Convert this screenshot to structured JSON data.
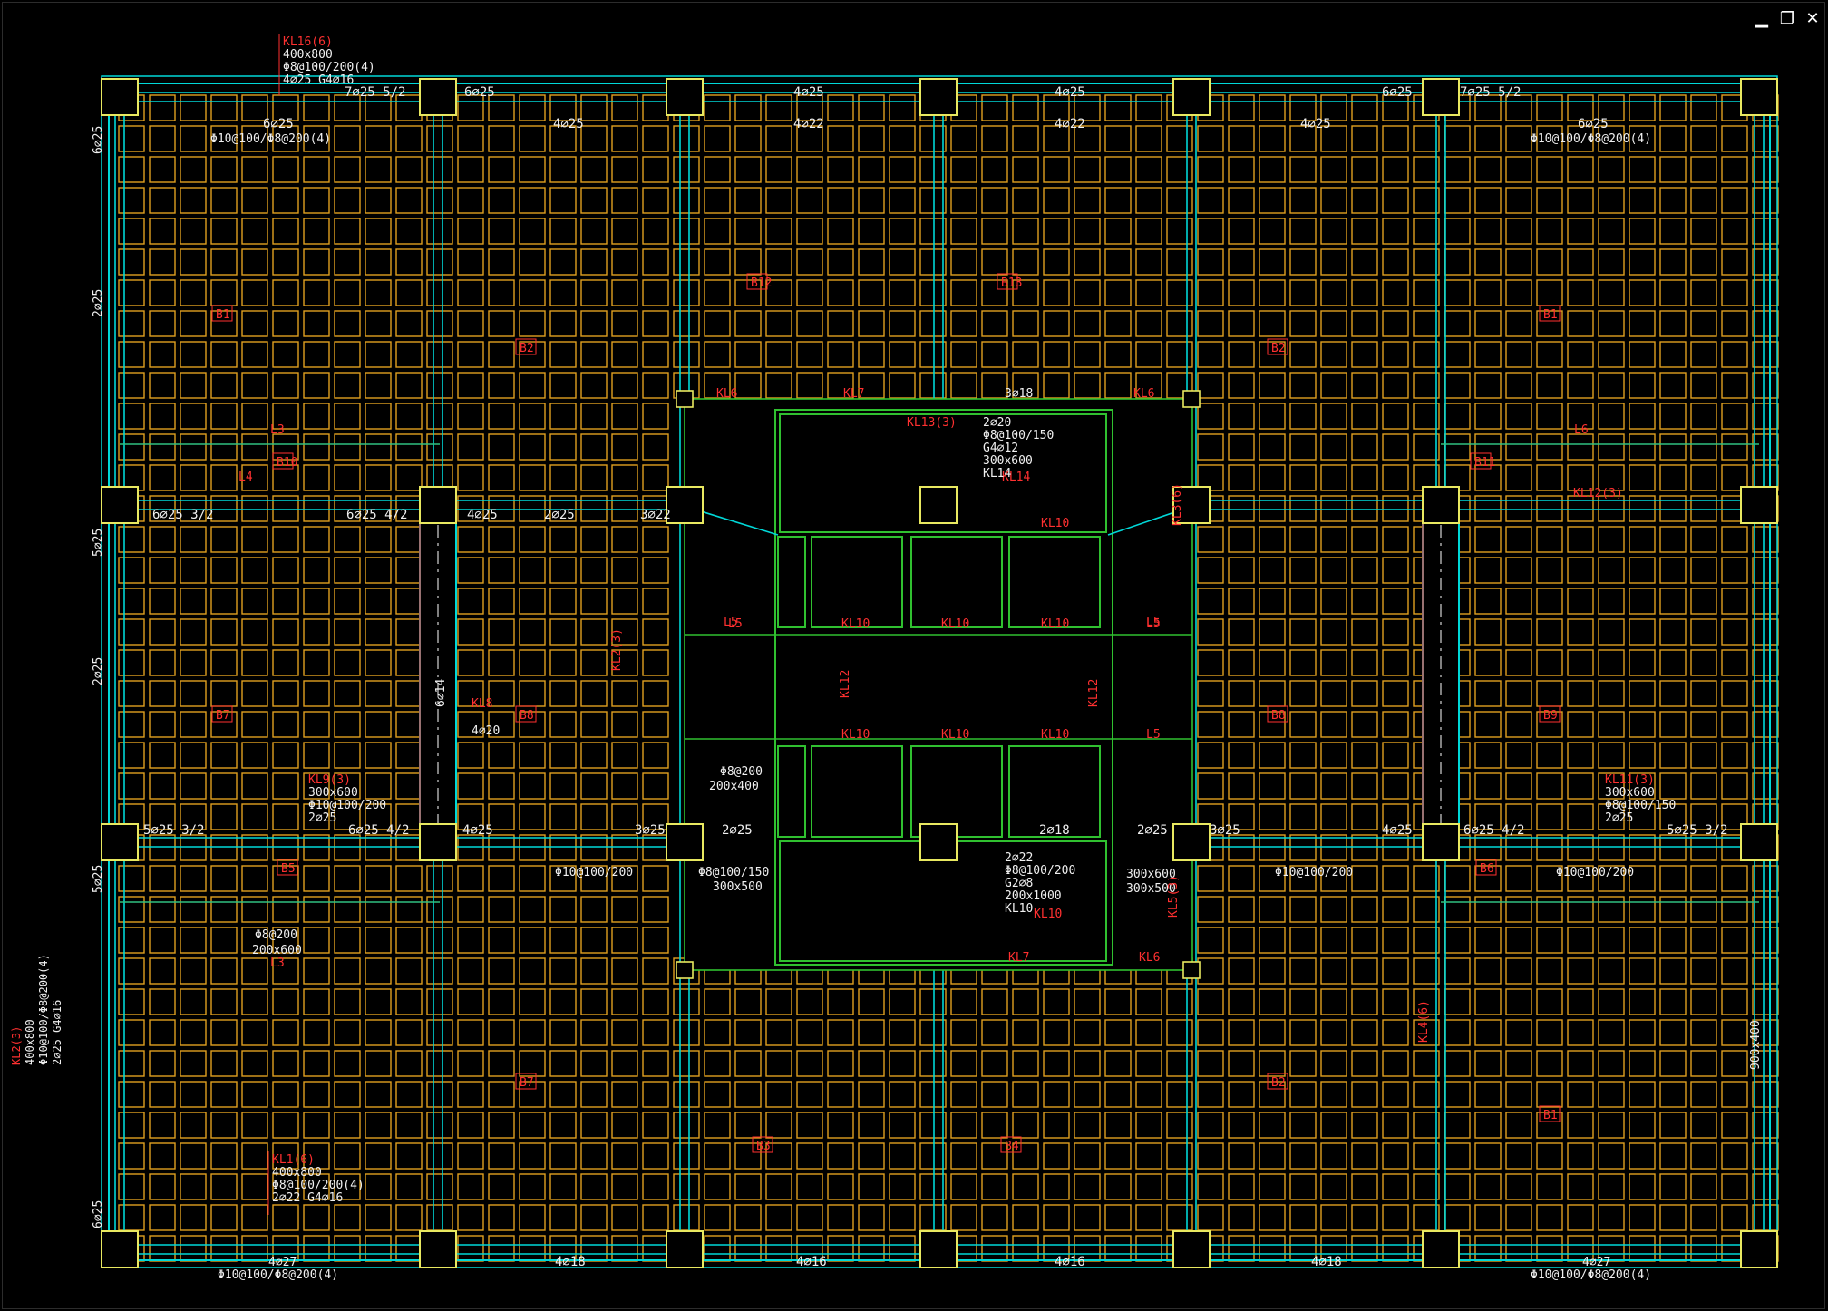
{
  "window": {
    "minimize_icon": "minimize-icon",
    "restore_icon": "restore-icon",
    "close_icon": "close-icon"
  },
  "colors": {
    "background": "#000000",
    "beam": "#00d8d8",
    "slab_grid": "#e0a020",
    "core": "#30c030",
    "column": "#e8e860",
    "label_white": "#f0f0f0",
    "label_red": "#ff3030"
  },
  "panels": [
    "B1",
    "B2",
    "B12",
    "B13",
    "B2",
    "B1",
    "B7",
    "B8",
    "B8",
    "B9",
    "B7",
    "B3",
    "B4",
    "B2",
    "B1",
    "B10",
    "B11",
    "B5",
    "B6"
  ],
  "core_labels": [
    "KL6",
    "KL7",
    "3⌀18",
    "KL6",
    "KL14",
    "KL10",
    "KL10",
    "KL10",
    "KL10",
    "L5",
    "L5",
    "KL12",
    "KL12",
    "KL10",
    "KL10",
    "KL10",
    "L5",
    "KL10",
    "KL7",
    "KL6"
  ],
  "annotations": {
    "kl16": [
      "KL16(6)",
      "400x800",
      "Φ8@100/200(4)",
      "4⌀25 G4⌀16"
    ],
    "kl2": [
      "KL2(3)",
      "400x800",
      "Φ10@100/Φ8@200(4)",
      "2⌀25 G4⌀16"
    ],
    "kl1": [
      "KL1(6)",
      "400x800",
      "Φ8@100/200(4)",
      "2⌀22 G4⌀16"
    ],
    "kl9": [
      "KL9(3)",
      "300x600",
      "Φ10@100/200",
      "2⌀25"
    ],
    "kl11": [
      "KL11(3)",
      "300x600",
      "Φ8@100/150",
      "2⌀25"
    ],
    "kl14_block": [
      "2⌀20",
      "Φ8@100/150",
      "G4⌀12",
      "300x600",
      "KL14"
    ],
    "kl10_block": [
      "2⌀22",
      "Φ8@100/200",
      "G2⌀8",
      "200x1000",
      "KL10"
    ],
    "top_left_stirrup": "Φ10@100/Φ8@200(4)",
    "top_right_stirrup": "Φ10@100/Φ8@200(4)",
    "bottom_left_stirrup": "Φ10@100/Φ8@200(4)",
    "bottom_right_stirrup": "Φ10@100/Φ8@200(4)",
    "top_row": [
      "7⌀25 5/2",
      "6⌀25",
      "4⌀25",
      "4⌀25",
      "6⌀25",
      "7⌀25 5/2"
    ],
    "top_row2": [
      "6⌀25",
      "4⌀25",
      "4⌀22",
      "4⌀22",
      "4⌀25",
      "6⌀25"
    ],
    "bottom_row": [
      "4⌀18",
      "4⌀16",
      "4⌀16",
      "4⌀18"
    ],
    "bottom_row2": [
      "4⌀27",
      "4⌀27"
    ],
    "mid_row": [
      "5⌀25 3/2",
      "6⌀25 4/2",
      "4⌀25",
      "3⌀25",
      "2⌀25",
      "2⌀18",
      "2⌀25",
      "3⌀25",
      "4⌀25",
      "6⌀25 4/2",
      "5⌀25 3/2"
    ],
    "mid_row_top": [
      "6⌀25 3/2",
      "6⌀25 4/2",
      "4⌀25",
      "2⌀25",
      "3⌀22"
    ],
    "left_side": [
      "6⌀25",
      "2⌀25",
      "5⌀25",
      "2⌀25",
      "5⌀25",
      "6⌀25"
    ],
    "misc": [
      "Φ10@100/200",
      "Φ10@100/200",
      "Φ10@100/200",
      "Φ8@100/150",
      "300x500",
      "Φ8@200",
      "200x600",
      "Φ8@200",
      "200x400",
      "300x600",
      "300x500",
      "L3",
      "L3",
      "L4",
      "L5",
      "L5",
      "L6",
      "KL3(6)",
      "KL4(6)",
      "KL5(3)",
      "KL13(3)",
      "KL8",
      "4⌀20",
      "6⌀14",
      "900x400",
      "KL2(3)",
      "KL12(3)"
    ]
  }
}
